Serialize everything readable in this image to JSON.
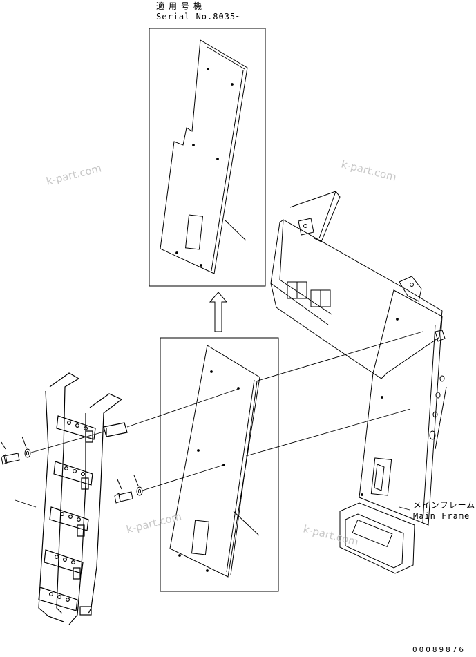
{
  "caption": {
    "applicable_jp": "適用号機",
    "serial": "Serial No.8035~"
  },
  "main_frame": {
    "label_jp": "メインフレーム",
    "label_en": "Main Frame"
  },
  "watermark": "k-part.com",
  "drawing_code": "00089876",
  "colors": {
    "line": "#000000",
    "watermark": "#c8c8c8",
    "background": "#ffffff"
  },
  "icons": [
    "up-arrow-icon"
  ]
}
